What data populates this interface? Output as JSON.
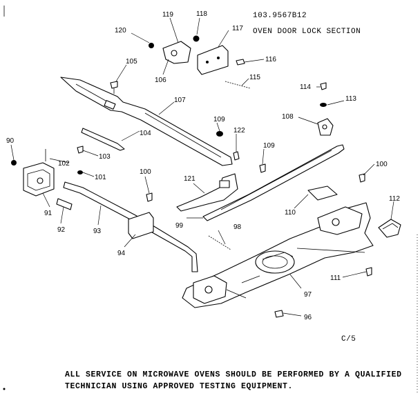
{
  "header": {
    "model_number": "103.9567B12",
    "section_title": "OVEN DOOR LOCK SECTION"
  },
  "page_code": "C/5",
  "footer_note": {
    "line1": "ALL SERVICE ON MICROWAVE OVENS SHOULD BE PERFORMED BY A QUALIFIED",
    "line2": "TECHNICIAN USING APPROVED TESTING EQUIPMENT."
  },
  "callouts": {
    "p90": "90",
    "p91": "91",
    "p92": "92",
    "p93": "93",
    "p94": "94",
    "p96": "96",
    "p97": "97",
    "p98": "98",
    "p99": "99",
    "p100a": "100",
    "p100b": "100",
    "p101": "101",
    "p102": "102",
    "p103": "103",
    "p104": "104",
    "p105": "105",
    "p106": "106",
    "p107": "107",
    "p108": "108",
    "p109a": "109",
    "p109b": "109",
    "p110": "110",
    "p111": "111",
    "p112": "112",
    "p113": "113",
    "p114": "114",
    "p115": "115",
    "p116": "116",
    "p117": "117",
    "p118": "118",
    "p119": "119",
    "p120": "120",
    "p121": "121",
    "p122": "122"
  }
}
